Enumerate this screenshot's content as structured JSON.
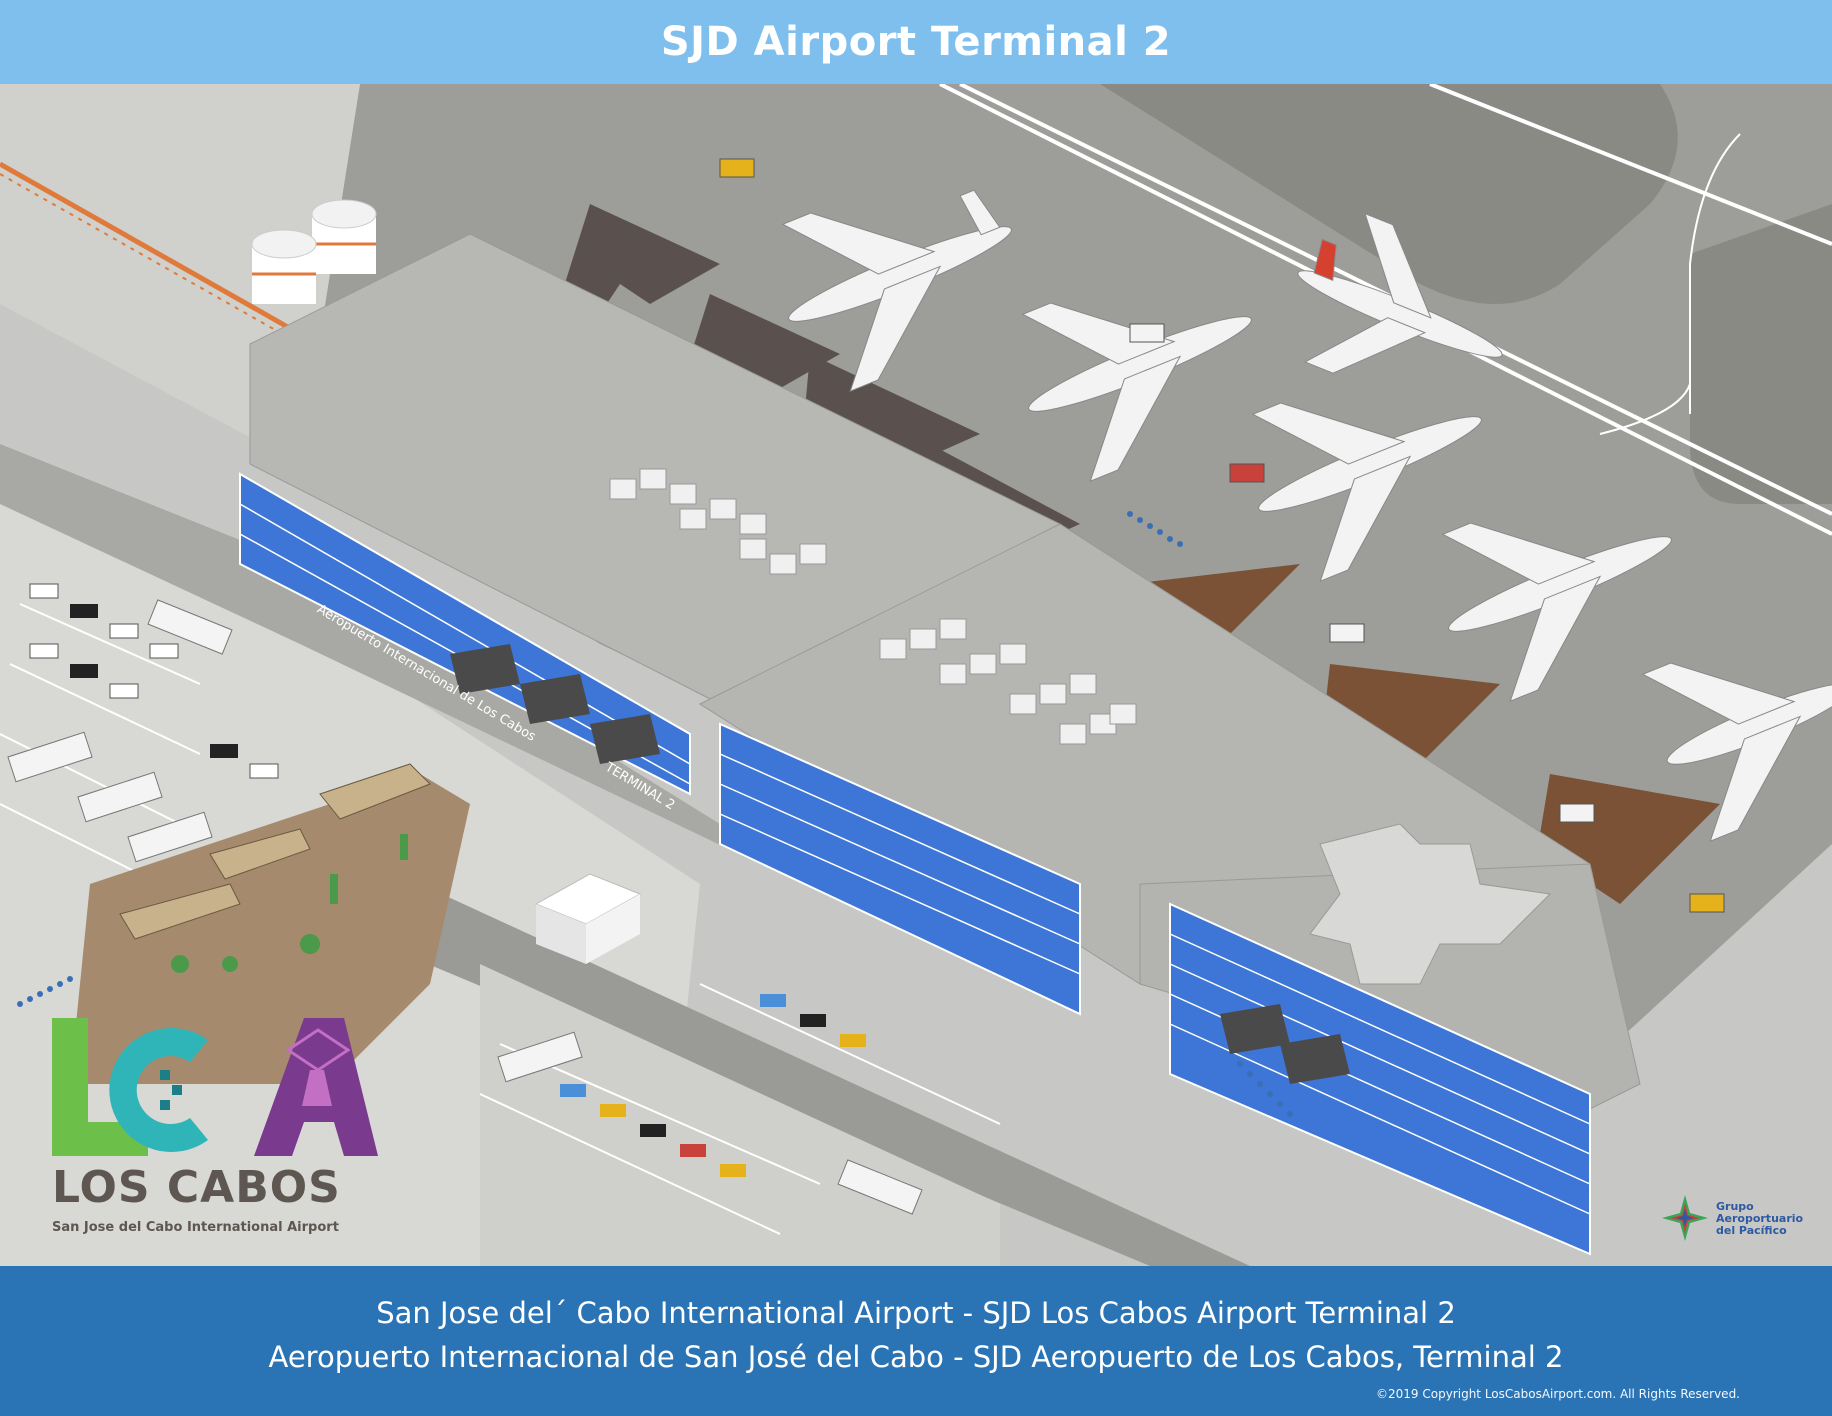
{
  "header": {
    "title": "SJD Airport Terminal 2"
  },
  "map": {
    "building_sign": "Aeropuerto Internacional de Los Cabos",
    "terminal_sign": "TERMINAL 2"
  },
  "logo": {
    "brand": "LOS CABOS",
    "subtitle": "San Jose del Cabo International Airport"
  },
  "operator": {
    "name": "Grupo Aeroportuario del Pacífico"
  },
  "footer": {
    "line1": "San Jose del´ Cabo International Airport - SJD Los Cabos Airport Terminal 2",
    "line2": "Aeropuerto Internacional de San José del Cabo - SJD Aeropuerto de Los Cabos, Terminal 2",
    "copyright": "©2019 Copyright LosCabosAirport.com. All Rights Reserved."
  },
  "colors": {
    "header": "#7ebfee",
    "footer": "#2a74b5",
    "glass": "#3d76d6",
    "roof": "#b5b5b2",
    "apron": "#9c9c98",
    "jetbridge_dark": "#5a514e",
    "jetbridge_brown": "#7b5236",
    "logo_green": "#6cc04a",
    "logo_teal": "#2fb5b8",
    "logo_purple": "#7a3a8e"
  }
}
